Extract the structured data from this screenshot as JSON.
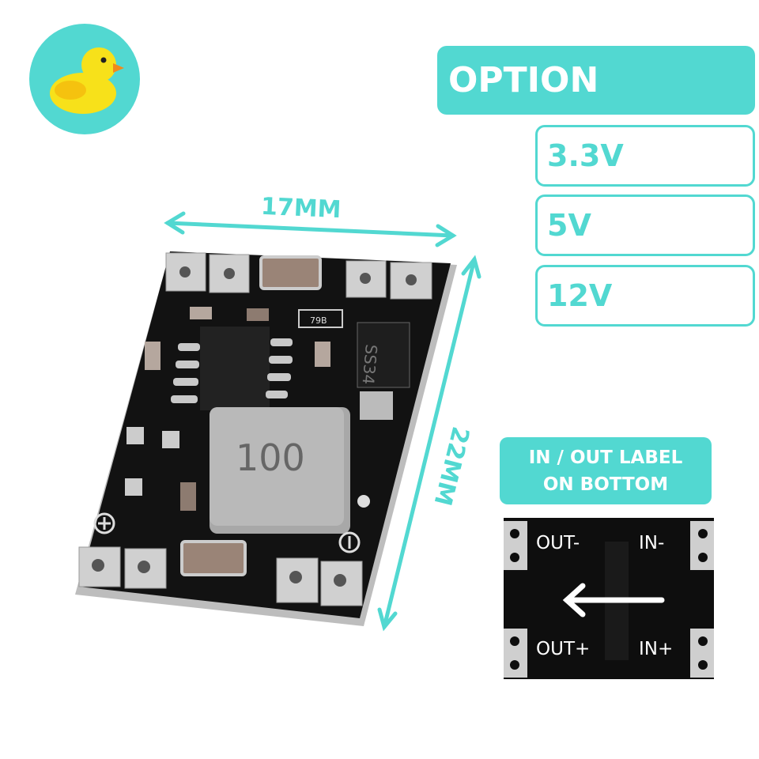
{
  "colors": {
    "accent": "#52d8d1",
    "board": "#111111",
    "pad": "#c8c8c8"
  },
  "logo": {
    "icon": "duck-icon"
  },
  "dimensions": {
    "width_label": "17MM",
    "height_label": "22MM"
  },
  "options": {
    "header": "OPTION",
    "items": [
      {
        "label": "3.3V"
      },
      {
        "label": "5V"
      },
      {
        "label": "12V"
      }
    ]
  },
  "bottom_label": {
    "line1": "IN / OUT LABEL",
    "line2": "ON BOTTOM"
  },
  "board": {
    "inductor_marking": "100",
    "diode_marking": "SS34",
    "resistor_marking": "79B"
  },
  "bottom_board": {
    "out_minus": "OUT-",
    "in_minus": "IN-",
    "out_plus": "OUT+",
    "in_plus": "IN+",
    "arrow_icon": "arrow-left-icon"
  }
}
